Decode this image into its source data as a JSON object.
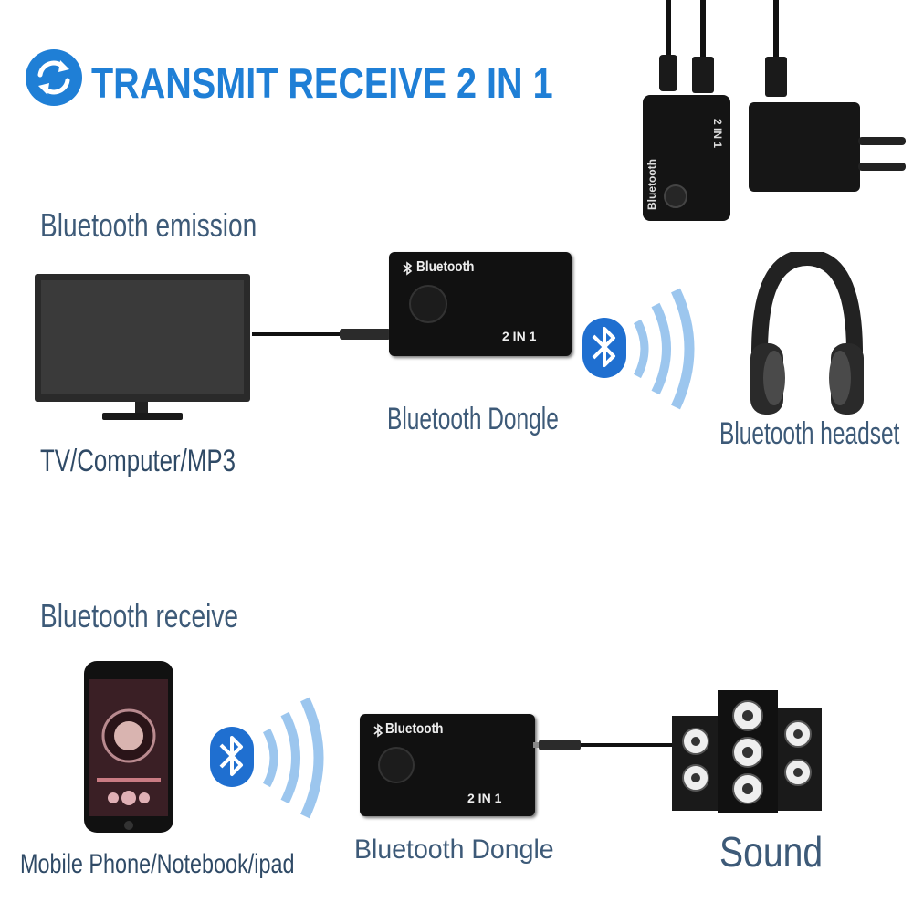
{
  "title": "TRANSMIT RECEIVE 2 IN 1",
  "emission": {
    "section_label": "Bluetooth  emission",
    "source_label": "TV/Computer/MP3",
    "dongle_label": "Bluetooth Dongle",
    "target_label": "Bluetooth headset"
  },
  "receive": {
    "section_label": "Bluetooth  receive",
    "source_label": "Mobile Phone/Notebook/ipad",
    "dongle_label": "Bluetooth Dongle",
    "target_label": "Sound"
  },
  "device": {
    "brand": "Bluetooth",
    "model": "2 IN 1"
  },
  "colors": {
    "title_blue": "#1f7fd6",
    "label_text": "#3d5a78",
    "bluetooth_blue": "#1f6fd0",
    "device_black": "#111111"
  },
  "icons": {
    "title": "sync-icon",
    "bluetooth": "bluetooth-icon",
    "signal": "signal-waves-icon"
  }
}
